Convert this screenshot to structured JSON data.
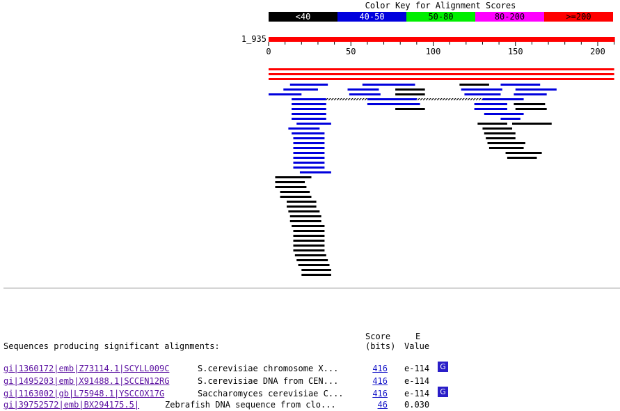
{
  "color_key": {
    "title": "Color Key for Alignment Scores",
    "bins": [
      {
        "label": "<40",
        "color": "#000000",
        "text_color": "#ffffff"
      },
      {
        "label": "40-50",
        "color": "#0000dd",
        "text_color": "#ffffff"
      },
      {
        "label": "50-80",
        "color": "#00ee00",
        "text_color": "#000000"
      },
      {
        "label": "80-200",
        "color": "#ff00ff",
        "text_color": "#000000"
      },
      {
        "label": ">=200",
        "color": "#ff0000",
        "text_color": "#000000"
      }
    ]
  },
  "chart_data": {
    "type": "alignment-map",
    "query_label": "1_935",
    "query_color": "#ff0000",
    "axis": {
      "min": 0,
      "max": 210,
      "ticks": [
        0,
        50,
        100,
        150,
        200
      ],
      "minor_step": 10
    },
    "hits": [
      {
        "row": 0,
        "start": 0,
        "end": 210,
        "score_bin": ">=200"
      },
      {
        "row": 1,
        "start": 0,
        "end": 210,
        "score_bin": ">=200"
      },
      {
        "row": 2,
        "start": 0,
        "end": 210,
        "score_bin": ">=200"
      },
      {
        "row": 3,
        "start": 13,
        "end": 36,
        "score_bin": "40-50"
      },
      {
        "row": 3,
        "start": 57,
        "end": 89,
        "score_bin": "40-50"
      },
      {
        "row": 3,
        "start": 116,
        "end": 134,
        "score_bin": "<40"
      },
      {
        "row": 3,
        "start": 141,
        "end": 165,
        "score_bin": "40-50"
      },
      {
        "row": 4,
        "start": 9,
        "end": 30,
        "score_bin": "40-50"
      },
      {
        "row": 4,
        "start": 48,
        "end": 67,
        "score_bin": "40-50"
      },
      {
        "row": 4,
        "start": 77,
        "end": 95,
        "score_bin": "<40"
      },
      {
        "row": 4,
        "start": 117,
        "end": 142,
        "score_bin": "40-50"
      },
      {
        "row": 4,
        "start": 150,
        "end": 175,
        "score_bin": "40-50"
      },
      {
        "row": 5,
        "start": 0,
        "end": 20,
        "score_bin": "40-50"
      },
      {
        "row": 5,
        "start": 49,
        "end": 68,
        "score_bin": "40-50"
      },
      {
        "row": 5,
        "start": 77,
        "end": 95,
        "score_bin": "<40"
      },
      {
        "row": 5,
        "start": 119,
        "end": 141,
        "score_bin": "40-50"
      },
      {
        "row": 5,
        "start": 149,
        "end": 169,
        "score_bin": "40-50"
      },
      {
        "row": 6,
        "start": 14,
        "end": 35,
        "score_bin": "40-50"
      },
      {
        "row": 6,
        "start": 35,
        "end": 130,
        "score_bin": "<40",
        "hatched": true
      },
      {
        "row": 6,
        "start": 60,
        "end": 90,
        "score_bin": "40-50"
      },
      {
        "row": 6,
        "start": 130,
        "end": 155,
        "score_bin": "40-50"
      },
      {
        "row": 7,
        "start": 14,
        "end": 35,
        "score_bin": "40-50"
      },
      {
        "row": 7,
        "start": 60,
        "end": 92,
        "score_bin": "40-50"
      },
      {
        "row": 7,
        "start": 125,
        "end": 145,
        "score_bin": "40-50"
      },
      {
        "row": 7,
        "start": 149,
        "end": 168,
        "score_bin": "<40"
      },
      {
        "row": 8,
        "start": 14,
        "end": 35,
        "score_bin": "40-50"
      },
      {
        "row": 8,
        "start": 77,
        "end": 95,
        "score_bin": "<40"
      },
      {
        "row": 8,
        "start": 125,
        "end": 145,
        "score_bin": "40-50"
      },
      {
        "row": 8,
        "start": 150,
        "end": 169,
        "score_bin": "<40"
      },
      {
        "row": 9,
        "start": 14,
        "end": 35,
        "score_bin": "40-50"
      },
      {
        "row": 9,
        "start": 131,
        "end": 155,
        "score_bin": "40-50"
      },
      {
        "row": 10,
        "start": 14,
        "end": 35,
        "score_bin": "40-50"
      },
      {
        "row": 10,
        "start": 141,
        "end": 153,
        "score_bin": "40-50"
      },
      {
        "row": 11,
        "start": 17,
        "end": 38,
        "score_bin": "40-50"
      },
      {
        "row": 11,
        "start": 127,
        "end": 145,
        "score_bin": "<40"
      },
      {
        "row": 11,
        "start": 148,
        "end": 172,
        "score_bin": "<40"
      },
      {
        "row": 12,
        "start": 12,
        "end": 31,
        "score_bin": "40-50"
      },
      {
        "row": 12,
        "start": 130,
        "end": 148,
        "score_bin": "<40"
      },
      {
        "row": 13,
        "start": 14,
        "end": 34,
        "score_bin": "40-50"
      },
      {
        "row": 13,
        "start": 131,
        "end": 150,
        "score_bin": "<40"
      },
      {
        "row": 14,
        "start": 15,
        "end": 34,
        "score_bin": "40-50"
      },
      {
        "row": 14,
        "start": 132,
        "end": 150,
        "score_bin": "<40"
      },
      {
        "row": 15,
        "start": 15,
        "end": 34,
        "score_bin": "40-50"
      },
      {
        "row": 15,
        "start": 133,
        "end": 156,
        "score_bin": "<40"
      },
      {
        "row": 16,
        "start": 15,
        "end": 34,
        "score_bin": "40-50"
      },
      {
        "row": 16,
        "start": 134,
        "end": 155,
        "score_bin": "<40"
      },
      {
        "row": 17,
        "start": 15,
        "end": 34,
        "score_bin": "40-50"
      },
      {
        "row": 17,
        "start": 144,
        "end": 166,
        "score_bin": "<40"
      },
      {
        "row": 18,
        "start": 15,
        "end": 34,
        "score_bin": "40-50"
      },
      {
        "row": 18,
        "start": 145,
        "end": 163,
        "score_bin": "<40"
      },
      {
        "row": 19,
        "start": 15,
        "end": 34,
        "score_bin": "40-50"
      },
      {
        "row": 20,
        "start": 15,
        "end": 34,
        "score_bin": "40-50"
      },
      {
        "row": 21,
        "start": 19,
        "end": 38,
        "score_bin": "40-50"
      },
      {
        "row": 22,
        "start": 4,
        "end": 26,
        "score_bin": "<40"
      },
      {
        "row": 23,
        "start": 4,
        "end": 22,
        "score_bin": "<40"
      },
      {
        "row": 24,
        "start": 4,
        "end": 23,
        "score_bin": "<40"
      },
      {
        "row": 25,
        "start": 7,
        "end": 25,
        "score_bin": "<40"
      },
      {
        "row": 26,
        "start": 7,
        "end": 26,
        "score_bin": "<40"
      },
      {
        "row": 27,
        "start": 11,
        "end": 29,
        "score_bin": "<40"
      },
      {
        "row": 28,
        "start": 11,
        "end": 29,
        "score_bin": "<40"
      },
      {
        "row": 29,
        "start": 12,
        "end": 31,
        "score_bin": "<40"
      },
      {
        "row": 30,
        "start": 13,
        "end": 32,
        "score_bin": "<40"
      },
      {
        "row": 31,
        "start": 13,
        "end": 32,
        "score_bin": "<40"
      },
      {
        "row": 32,
        "start": 14,
        "end": 34,
        "score_bin": "<40"
      },
      {
        "row": 33,
        "start": 15,
        "end": 34,
        "score_bin": "<40"
      },
      {
        "row": 34,
        "start": 15,
        "end": 34,
        "score_bin": "<40"
      },
      {
        "row": 35,
        "start": 15,
        "end": 34,
        "score_bin": "<40"
      },
      {
        "row": 36,
        "start": 15,
        "end": 34,
        "score_bin": "<40"
      },
      {
        "row": 37,
        "start": 15,
        "end": 34,
        "score_bin": "<40"
      },
      {
        "row": 38,
        "start": 16,
        "end": 35,
        "score_bin": "<40"
      },
      {
        "row": 39,
        "start": 17,
        "end": 36,
        "score_bin": "<40"
      },
      {
        "row": 40,
        "start": 18,
        "end": 37,
        "score_bin": "<40"
      },
      {
        "row": 41,
        "start": 20,
        "end": 38,
        "score_bin": "<40"
      },
      {
        "row": 42,
        "start": 20,
        "end": 38,
        "score_bin": "<40"
      }
    ]
  },
  "results": {
    "header_sequences": "Sequences producing significant alignments:",
    "header_score_1": "Score",
    "header_score_2": "(bits)",
    "header_e_1": "E",
    "header_e_2": "Value",
    "rows": [
      {
        "accession": "gi|1360172|emb|Z73114.1|SCYLL009C",
        "description": "S.cerevisiae chromosome X...",
        "score": "416",
        "evalue": "e-114",
        "badge": "G"
      },
      {
        "accession": "gi|1495203|emb|X91488.1|SCCEN12RG",
        "description": "S.cerevisiae DNA from CEN...",
        "score": "416",
        "evalue": "e-114",
        "badge": ""
      },
      {
        "accession": "gi|1163002|gb|L75948.1|YSCCOX17G",
        "description": "Saccharomyces cerevisiae C...",
        "score": "416",
        "evalue": "e-114",
        "badge": "G"
      },
      {
        "accession": "gi|39752572|emb|BX294175.5|",
        "description": "Zebrafish DNA sequence from clo...",
        "score": "46",
        "evalue": "0.030",
        "badge": ""
      }
    ]
  }
}
